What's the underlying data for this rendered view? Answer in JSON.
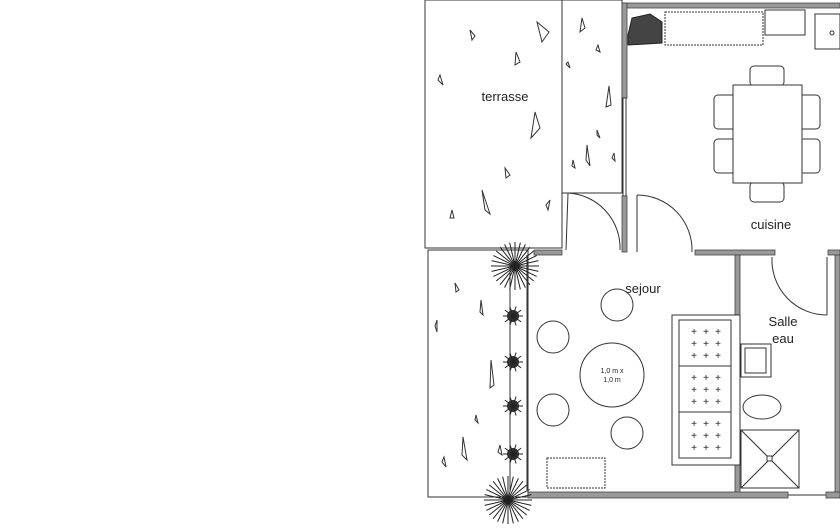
{
  "rooms": {
    "terrasse": "terrasse",
    "cuisine": "cuisine",
    "sejour": "sejour",
    "salle_eau_line1": "Salle",
    "salle_eau_line2": "eau"
  },
  "table_size": {
    "line1": "1,0 m x",
    "line2": "1,0 m"
  },
  "colors": {
    "wall": "#999999",
    "line": "#333333",
    "background": "#ffffff"
  }
}
